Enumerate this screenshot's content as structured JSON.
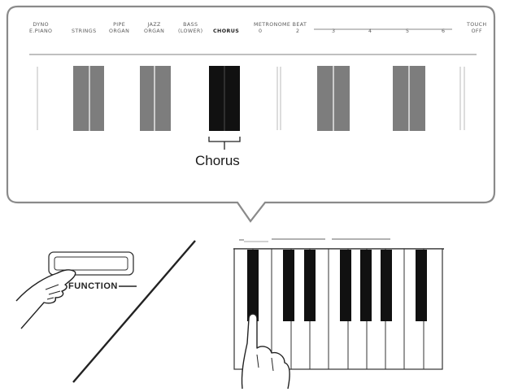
{
  "zoom_panel": {
    "labels": [
      {
        "id": "dyno",
        "lines": [
          "DYNO",
          "E.PIANO"
        ]
      },
      {
        "id": "strings",
        "lines": [
          "",
          "STRINGS"
        ]
      },
      {
        "id": "pipe",
        "lines": [
          "PIPE",
          "ORGAN"
        ]
      },
      {
        "id": "jazz",
        "lines": [
          "JAZZ",
          "ORGAN"
        ]
      },
      {
        "id": "bass",
        "lines": [
          "BASS",
          "(LOWER)"
        ]
      },
      {
        "id": "chorus",
        "lines": [
          "",
          "CHORUS"
        ],
        "highlighted": true
      },
      {
        "id": "touch",
        "lines": [
          "TOUCH",
          "OFF"
        ]
      }
    ],
    "metronome_title": "METRONOME BEAT",
    "metronome_beats": [
      "0",
      "2",
      "3",
      "4",
      "5",
      "6"
    ],
    "callout": "Chorus"
  },
  "function_button": {
    "label": "FUNCTION"
  },
  "colors": {
    "highlight_key": "#111111",
    "gray_key": "#7d7d7d",
    "panel_stroke": "#888888",
    "bubble_bg": "#ffffff"
  }
}
